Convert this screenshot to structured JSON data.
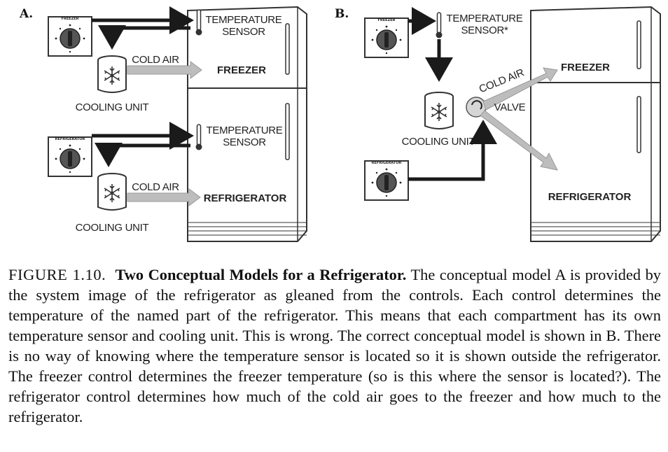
{
  "panels": {
    "a": {
      "letter": "A.",
      "freezer_control": "FREEZER",
      "refrigerator_control": "REFRIGERATOR",
      "sensor_top_1": "TEMPERATURE",
      "sensor_top_2": "SENSOR",
      "sensor_bottom_1": "TEMPERATURE",
      "sensor_bottom_2": "SENSOR",
      "cold_air_top": "COLD AIR",
      "cold_air_bottom": "COLD AIR",
      "freezer_label": "FREEZER",
      "refrigerator_label": "REFRIGERATOR",
      "cooling_unit_top": "COOLING UNIT",
      "cooling_unit_bottom": "COOLING UNIT"
    },
    "b": {
      "letter": "B.",
      "freezer_control": "FREEZER",
      "refrigerator_control": "REFRIGERATOR",
      "sensor_1": "TEMPERATURE",
      "sensor_2": "SENSOR*",
      "cold_air": "COLD AIR",
      "valve": "VALVE",
      "freezer_label": "FREEZER",
      "refrigerator_label": "REFRIGERATOR",
      "cooling_unit": "COOLING UNIT"
    }
  },
  "caption": {
    "figure_id": "FIGURE 1.10.",
    "title": "Two Conceptual Models for a Refrigerator.",
    "body": "The conceptual model A is provided by the system image of the refrigerator as gleaned from the controls. Each control determines the temperature of the named part of the refrigerator. This means that each compartment has its own temperature sensor and cooling unit. This is wrong. The correct conceptual model is shown in B. There is no way of knowing where the temperature sensor is located so it is shown outside the refrigerator. The freezer control determines the freezer temperature (so is this where the sensor is located?). The refrigerator control determines how much of the cold air goes to the freezer and how much to the refrigerator."
  },
  "colors": {
    "arrow_black": "#1a1a1a",
    "arrow_gray": "#bdbdbd",
    "outline": "#333333"
  }
}
